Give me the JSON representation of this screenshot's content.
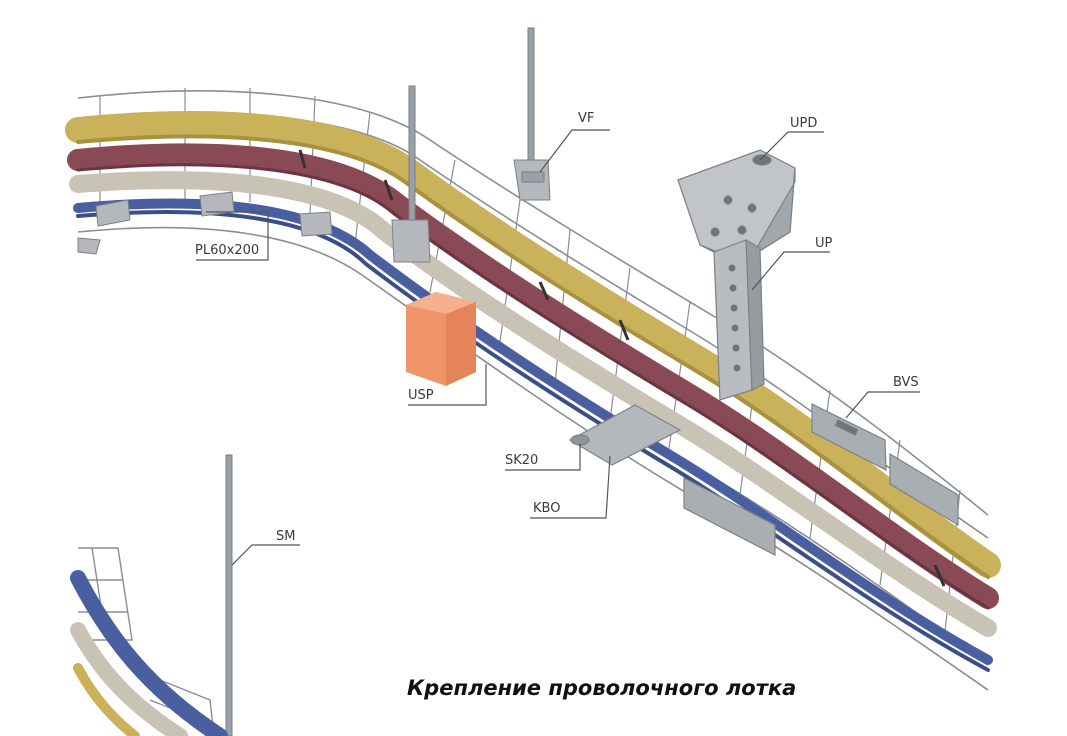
{
  "caption": "Крепление проволочного лотка",
  "labels": {
    "vf": "VF",
    "upd": "UPD",
    "up": "UP",
    "bvs": "BVS",
    "pl": "PL60x200",
    "usp": "USP",
    "sk": "SK20",
    "kbo": "KBO",
    "sm": "SM"
  },
  "colors": {
    "cable_yellow": "#c9b25a",
    "cable_red": "#8a4a55",
    "cable_beige": "#c9c3b5",
    "cable_blue": "#4a5fa0",
    "wire": "#8a8e92",
    "bracket": "#a9aeb3",
    "junction_box": "#f0956a"
  }
}
